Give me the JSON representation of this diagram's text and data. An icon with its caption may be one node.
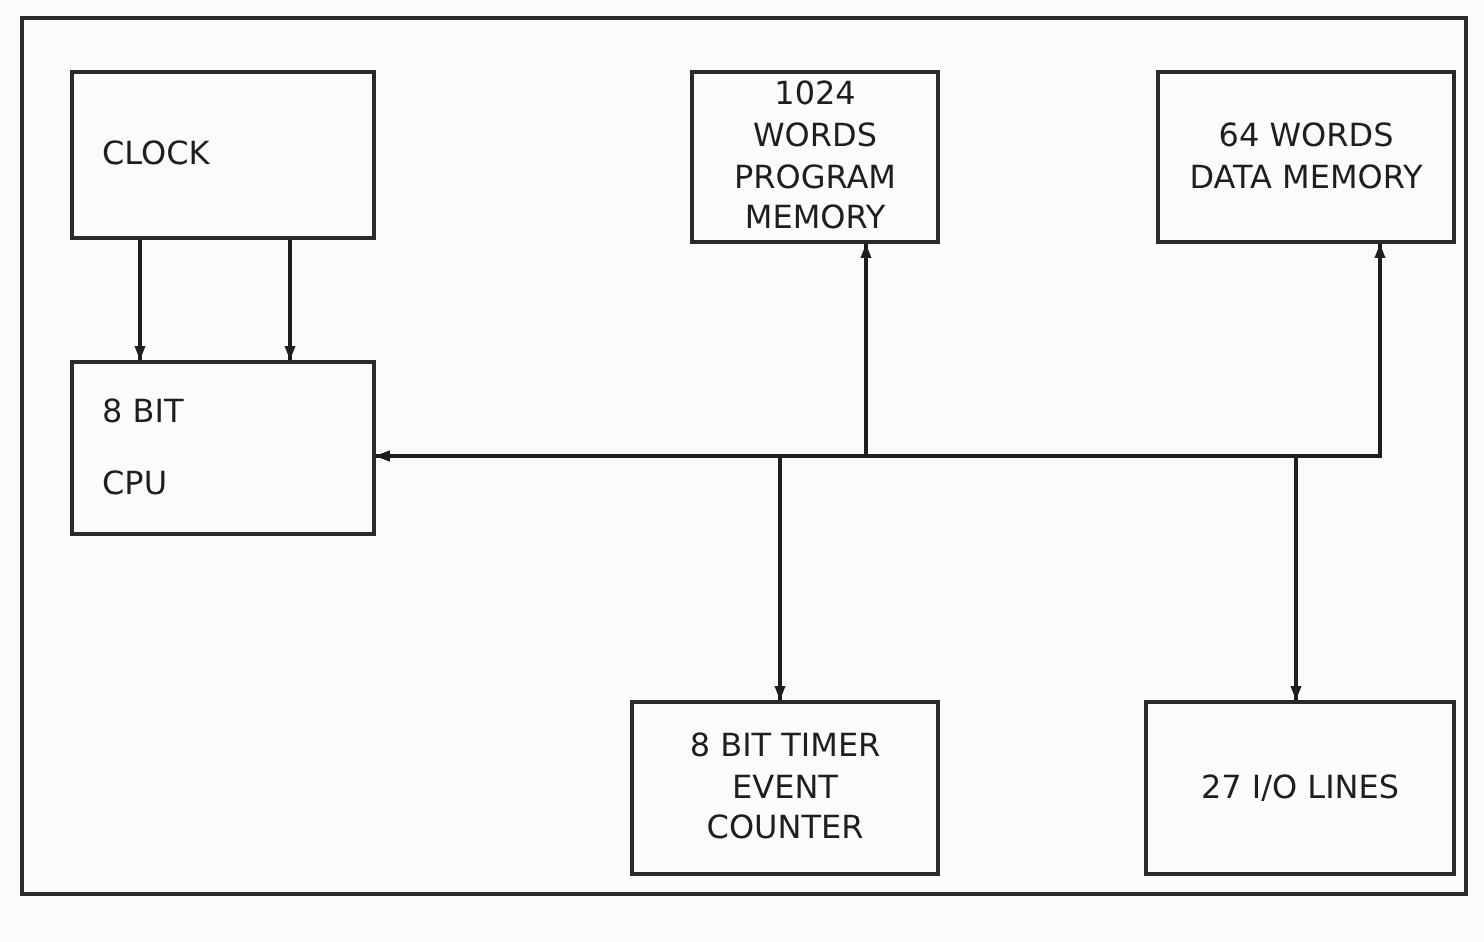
{
  "diagram": {
    "nodes": [
      {
        "text": [
          "CLOCK"
        ]
      },
      {
        "text": [
          "1024 WORDS PROGRAM MEMORY"
        ]
      },
      {
        "text": [
          "64 WORDS DATA MEMORY"
        ]
      },
      {
        "text": [
          "8 BIT",
          "CPU"
        ]
      },
      {
        "text": [
          "8 BIT TIMER EVENT COUNTER"
        ]
      },
      {
        "text": [
          "27 I/O LINES"
        ]
      }
    ],
    "edges": [
      {
        "from": 0,
        "to": 3,
        "arrow": "to"
      },
      {
        "from": 0,
        "to": 3,
        "arrow": "to"
      },
      {
        "from": 3,
        "to": 1,
        "arrow": "both"
      },
      {
        "from": 3,
        "to": 2,
        "arrow": "both"
      },
      {
        "from": 3,
        "to": 4,
        "arrow": "both"
      },
      {
        "from": 3,
        "to": 5,
        "arrow": "both"
      }
    ]
  }
}
